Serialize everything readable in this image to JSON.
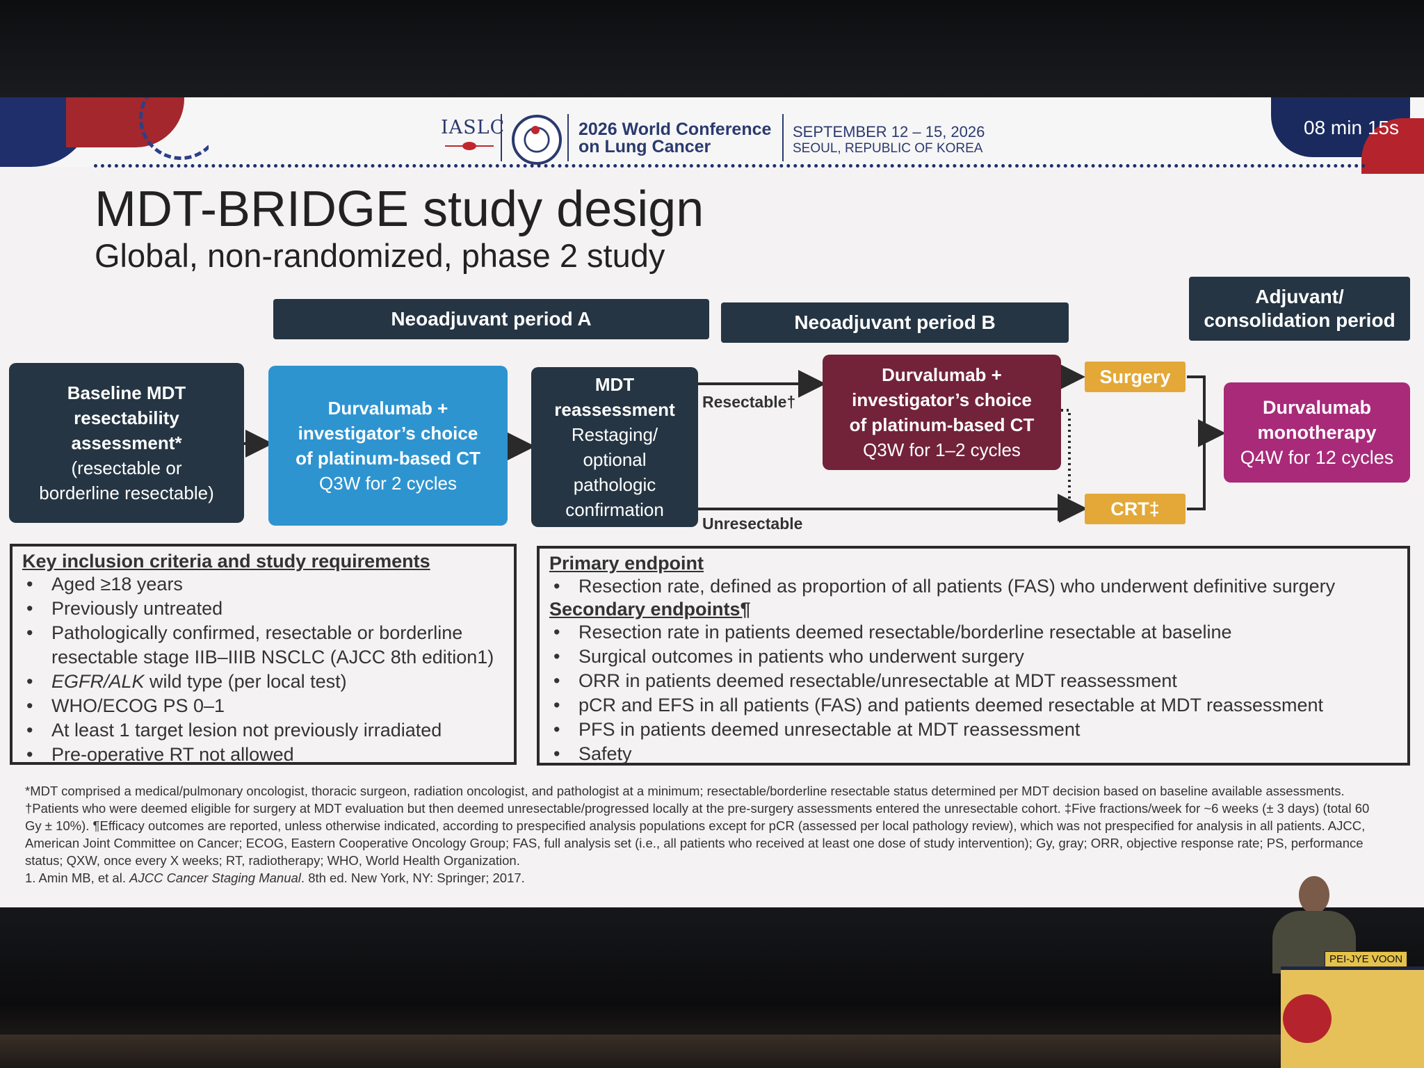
{
  "header": {
    "society": "IASLC",
    "conference_line1": "2026 World Conference",
    "conference_line2": "on Lung Cancer",
    "dates": "SEPTEMBER 12 – 15, 2026",
    "location": "SEOUL, REPUBLIC OF KOREA",
    "timer": "08 min 15s"
  },
  "slide": {
    "title": "MDT-BRIDGE study design",
    "subtitle": "Global, non-randomized, phase 2 study"
  },
  "periods": {
    "a": "Neoadjuvant period A",
    "b": "Neoadjuvant period B",
    "c_line1": "Adjuvant/",
    "c_line2": "consolidation period"
  },
  "flow": {
    "baseline": [
      "Baseline MDT",
      "resectability",
      "assessment*"
    ],
    "baseline_sub": [
      "(resectable or",
      "borderline resectable)"
    ],
    "durva_a": [
      "Durvalumab +",
      "investigator’s choice",
      "of platinum-based CT"
    ],
    "durva_a_sub": "Q3W for 2 cycles",
    "mdt": [
      "MDT",
      "reassessment"
    ],
    "mdt_sub": [
      "Restaging/",
      "optional",
      "pathologic",
      "confirmation"
    ],
    "resectable_label": "Resectable†",
    "unresectable_label": "Unresectable",
    "durva_b": [
      "Durvalumab +",
      "investigator’s choice",
      "of platinum-based CT"
    ],
    "durva_b_sub": "Q3W for 1–2 cycles",
    "surgery": "Surgery",
    "crt": "CRT‡",
    "mono": [
      "Durvalumab",
      "monotherapy"
    ],
    "mono_sub": "Q4W for 12 cycles"
  },
  "inclusion": {
    "heading": "Key inclusion criteria and study requirements",
    "items": [
      "Aged ≥18 years",
      "Previously untreated",
      "Pathologically confirmed, resectable or borderline",
      "WHO/ECOG PS 0–1",
      "At least 1 target lesion not previously irradiated",
      "Pre-operative RT not allowed"
    ],
    "item3_cont": "resectable stage IIB–IIIB NSCLC (AJCC 8th edition1)",
    "egfr_italic": "EGFR/ALK",
    "egfr_rest": " wild type (per local test)"
  },
  "endpoints": {
    "primary_heading": "Primary endpoint",
    "primary": [
      "Resection rate, defined as proportion of all patients (FAS) who underwent definitive surgery"
    ],
    "secondary_heading": "Secondary endpoints¶",
    "secondary": [
      "Resection rate in patients deemed resectable/borderline resectable at baseline",
      "Surgical outcomes in patients who underwent surgery",
      "ORR in patients deemed resectable/unresectable at MDT reassessment",
      "pCR and EFS in all patients (FAS) and patients deemed resectable at MDT reassessment",
      "PFS in patients deemed unresectable at MDT reassessment",
      "Safety"
    ]
  },
  "footnote": {
    "text": "*MDT comprised a medical/pulmonary oncologist, thoracic surgeon, radiation oncologist, and pathologist at a minimum; resectable/borderline resectable status determined per MDT decision based on baseline available assessments. †Patients who were deemed eligible for surgery at MDT evaluation but then deemed unresectable/progressed locally at the pre-surgery assessments entered the unresectable cohort. ‡Five fractions/week for ~6 weeks (± 3 days) (total 60 Gy ± 10%). ¶Efficacy outcomes are reported, unless otherwise indicated, according to prespecified analysis populations except for pCR (assessed per local pathology review), which was not prespecified for analysis in all patients. AJCC, American Joint Committee on Cancer; ECOG, Eastern Cooperative Oncology Group; FAS, full analysis set (i.e., all patients who received at least one dose of study intervention); Gy, gray; ORR, objective response rate; PS, performance status; QXW, once every X weeks; RT, radiotherapy; WHO, World Health Organization.",
    "ref_prefix": "1. Amin MB, et al. ",
    "ref_italic": "AJCC Cancer Staging Manual",
    "ref_suffix": ". 8th ed. New York, NY: Springer; 2017."
  },
  "speaker": {
    "name": "PEI-JYE VOON"
  },
  "colors": {
    "dark_box": "#253543",
    "blue_box": "#2e94d0",
    "maroon_box": "#722339",
    "magenta_box": "#a82a79",
    "gold_box": "#e3a837"
  }
}
